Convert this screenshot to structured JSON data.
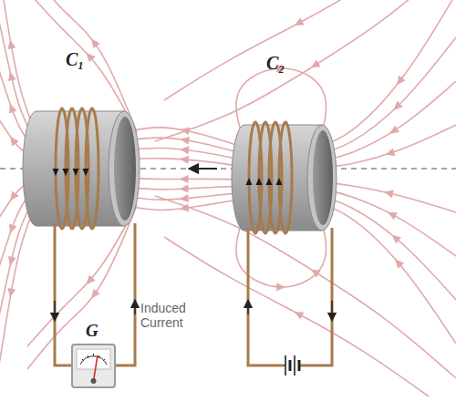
{
  "diagram": {
    "labels": [
      "C₁",
      "C₂",
      "G",
      "Induced Current"
    ]
  }
}
